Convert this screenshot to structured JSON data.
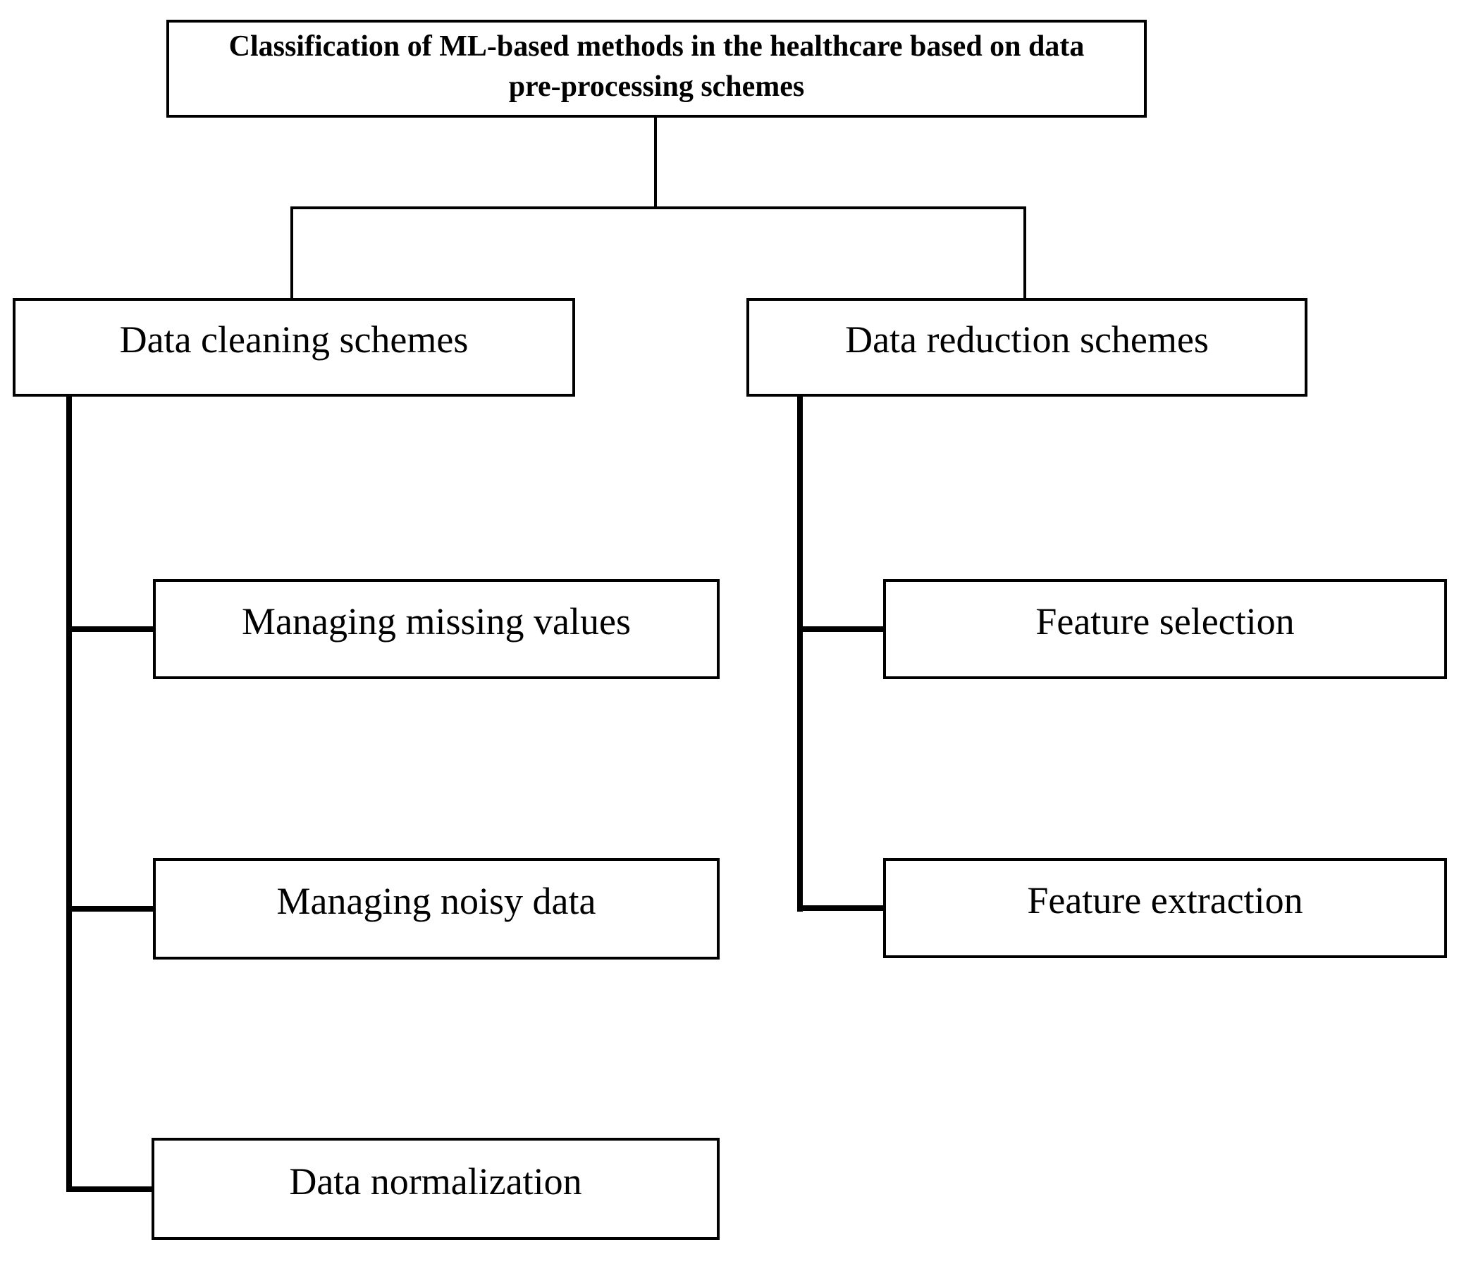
{
  "diagram": {
    "title": {
      "line1": "Classification of ML-based methods in the healthcare based on data",
      "line2": "pre-processing schemes"
    },
    "left_branch": {
      "label": "Data cleaning schemes",
      "children": [
        {
          "label": "Managing missing values"
        },
        {
          "label": "Managing noisy data"
        },
        {
          "label": "Data normalization"
        }
      ]
    },
    "right_branch": {
      "label": "Data reduction schemes",
      "children": [
        {
          "label": "Feature selection"
        },
        {
          "label": "Feature extraction"
        }
      ]
    },
    "colors": {
      "background": "#ffffff",
      "line": "#000000",
      "text": "#000000"
    }
  }
}
